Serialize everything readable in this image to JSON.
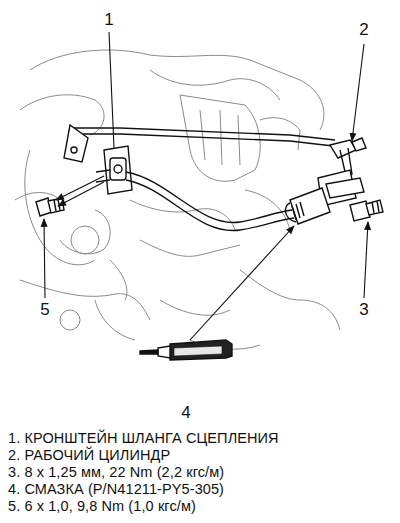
{
  "diagram": {
    "labels": [
      "1",
      "2",
      "3",
      "4",
      "5",
      "1. КРОНШТЕЙН ШЛАНГА СЦЕПЛЕНИЯ",
      "2. РАБОЧИЙ ЦИЛИНДР",
      "3. 8 x 1,25 мм, 22 Nm (2,2 кгс/м)",
      "4. СМАЗКА (P/N41211-PY5-305)",
      "5. 6 x 1,0, 9,8 Nm (1,0 кгс/м)"
    ]
  }
}
